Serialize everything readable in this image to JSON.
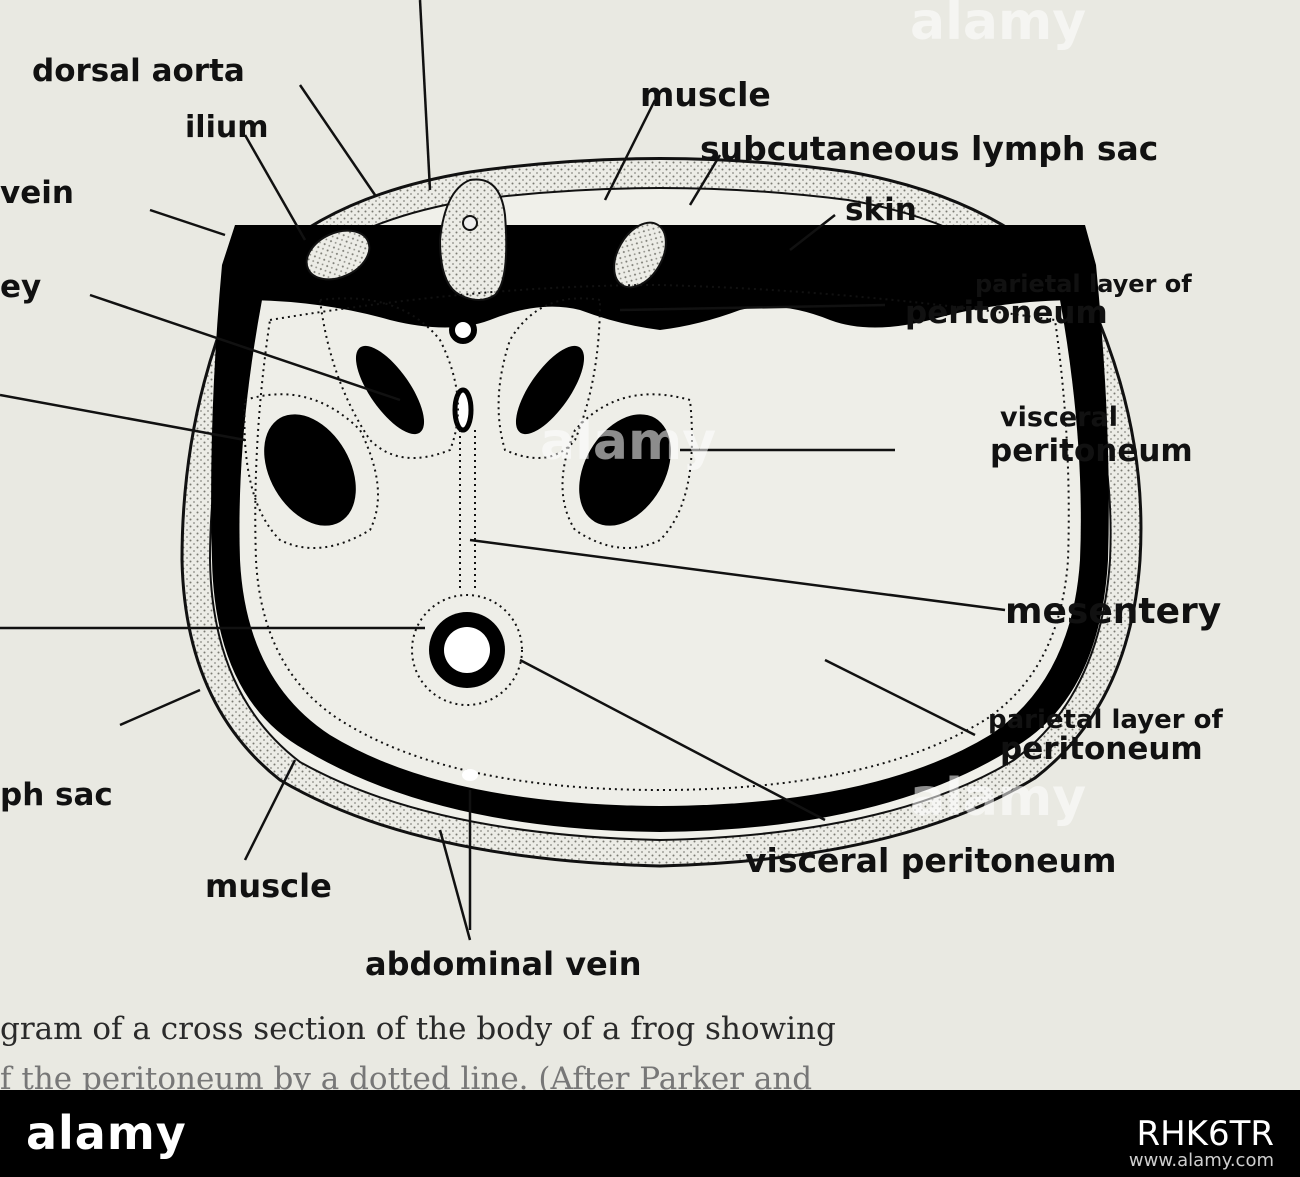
{
  "diagram": {
    "labels": {
      "dorsal_aorta": "dorsal aorta",
      "muscle_top": "muscle",
      "ilium": "ilium",
      "subcutaneous_lymph_sac": "subcutaneous lymph sac",
      "vein": "vein",
      "skin": "skin",
      "kidney_partial": "ey",
      "parietal_layer_top_1": "parietal layer of",
      "parietal_layer_top_2": "peritoneum",
      "visceral_peritoneum_right_1": "visceral",
      "visceral_peritoneum_right_2": "peritoneum",
      "mesentery": "mesentery",
      "parietal_layer_bottom_1": "parietal layer of",
      "parietal_layer_bottom_2": "peritoneum",
      "lymph_sac_partial": "ph sac",
      "visceral_peritoneum_bottom": "visceral peritoneum",
      "muscle_bottom": "muscle",
      "abdominal_vein": "abdominal vein"
    }
  },
  "caption": {
    "line1": "gram of a cross section of the body of a frog showing",
    "line2": "f the peritoneum by a dotted line. (After Parker and"
  },
  "watermark": {
    "text": "alamy"
  },
  "footer": {
    "logo": "alamy",
    "image_id": "RHK6TR",
    "url": "www.alamy.com"
  },
  "colors": {
    "background": "#e9e9e2",
    "ink": "#000000",
    "stipple": "#d6d6cc",
    "footer": "#000000"
  }
}
